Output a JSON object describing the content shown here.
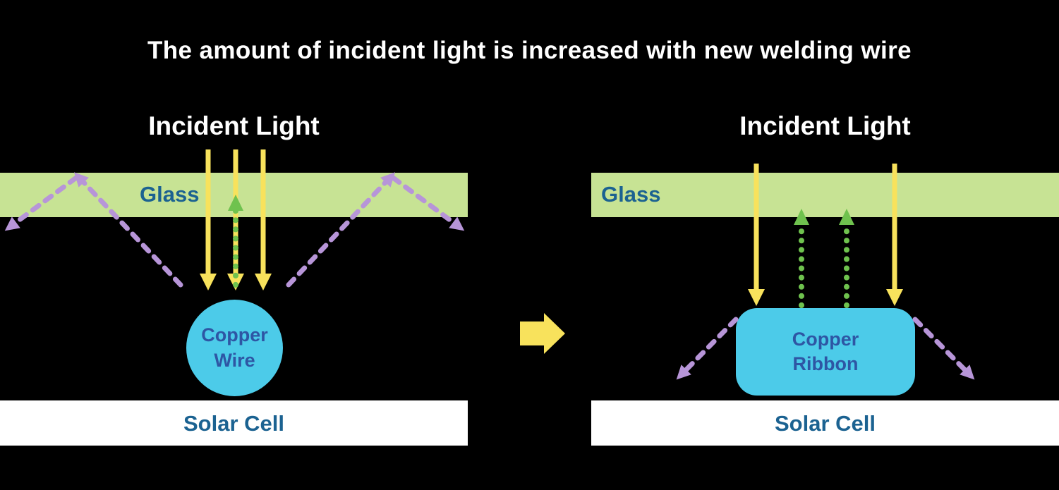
{
  "title": "The amount of incident light is increased with new welding wire",
  "left_panel": {
    "heading": "Incident Light",
    "glass_label": "Glass",
    "component_label": "Copper Wire",
    "solar_label": "Solar Cell"
  },
  "right_panel": {
    "heading": "Incident Light",
    "glass_label": "Glass",
    "component_label": "Copper Ribbon",
    "solar_label": "Solar Cell"
  },
  "colors": {
    "background": "#000000",
    "title_text": "#ffffff",
    "glass_fill": "#c7e394",
    "solar_fill": "#ffffff",
    "glass_solar_text": "#1b6291",
    "component_fill": "#4ccbe9",
    "component_text": "#2e56a4",
    "incident_arrow": "#f8e25c",
    "reflected_arrow": "#6fc24e",
    "lost_arrow": "#b795d8"
  }
}
